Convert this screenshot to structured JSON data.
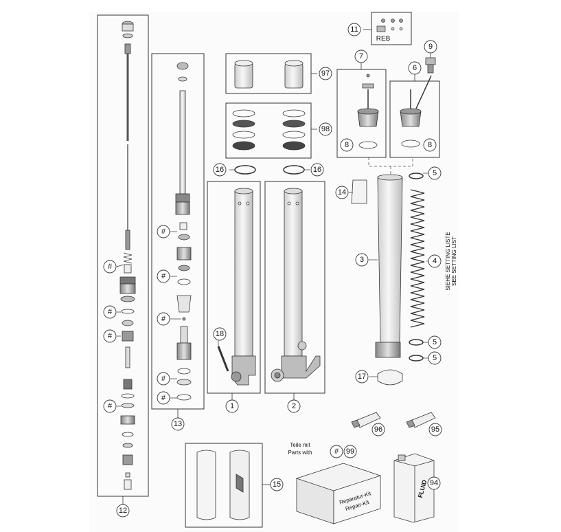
{
  "callouts": {
    "c1": "1",
    "c2": "2",
    "c3": "3",
    "c4": "4",
    "c5a": "5",
    "c5b": "5",
    "c5c": "5",
    "c6": "6",
    "c7": "7",
    "c8a": "8",
    "c8b": "8",
    "c9": "9",
    "c11": "11",
    "c12": "12",
    "c13": "13",
    "c14": "14",
    "c15": "15",
    "c16a": "16",
    "c16b": "16",
    "c17": "17",
    "c18": "18",
    "c94": "94",
    "c95": "95",
    "c96": "96",
    "c97": "97",
    "c98": "98",
    "c99": "99",
    "hash": "#"
  },
  "labels": {
    "reb": "REB",
    "setting_de": "SIEHE SETTING LISTE",
    "setting_en": "SEE SETTING LIST",
    "parts_de": "Teile mit",
    "parts_en": "Parts with",
    "kit_de": "Reparatur-Kit",
    "kit_en": "Repair-Kit",
    "fluid": "FLUID"
  },
  "colors": {
    "line": "#333333",
    "part_fill": "#f2f2f2",
    "part_shade": "#bdbdbd",
    "background": "#fdfdfd"
  }
}
